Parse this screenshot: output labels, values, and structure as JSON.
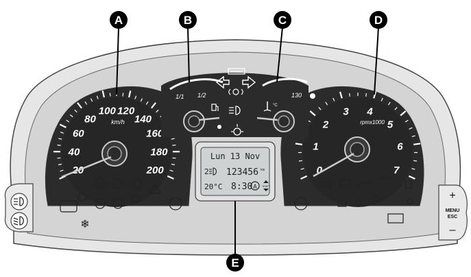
{
  "callouts": {
    "A": "A",
    "B": "B",
    "C": "C",
    "D": "D",
    "E": "E"
  },
  "speedometer": {
    "unit": "km/h",
    "numbers": [
      "20",
      "40",
      "60",
      "80",
      "100",
      "120",
      "140",
      "160",
      "180",
      "200"
    ]
  },
  "tachometer": {
    "unit": "rpmx1000",
    "numbers": [
      "0",
      "1",
      "2",
      "3",
      "4",
      "5",
      "6",
      "7"
    ]
  },
  "fuel_gauge": {
    "labels": [
      "1/1",
      "1/2"
    ]
  },
  "temp_gauge": {
    "max_label": "130"
  },
  "lcd": {
    "date": "Lun 13 Nov",
    "trip_prefix": "2",
    "odometer": "123456",
    "odometer_unit": "km",
    "temperature": "20°C",
    "time": "8:30",
    "auto_badge": "A",
    "shift_label": "SHIFT"
  },
  "right_buttons": {
    "plus": "+",
    "menu": "MENU",
    "esc": "ESC",
    "minus": "–"
  },
  "colors": {
    "dial": "#2b2b2b",
    "bezel": "#d9d9d9",
    "outline": "#555555",
    "lcd_bg": "#cfd2d3",
    "callout_bg": "#000000"
  }
}
